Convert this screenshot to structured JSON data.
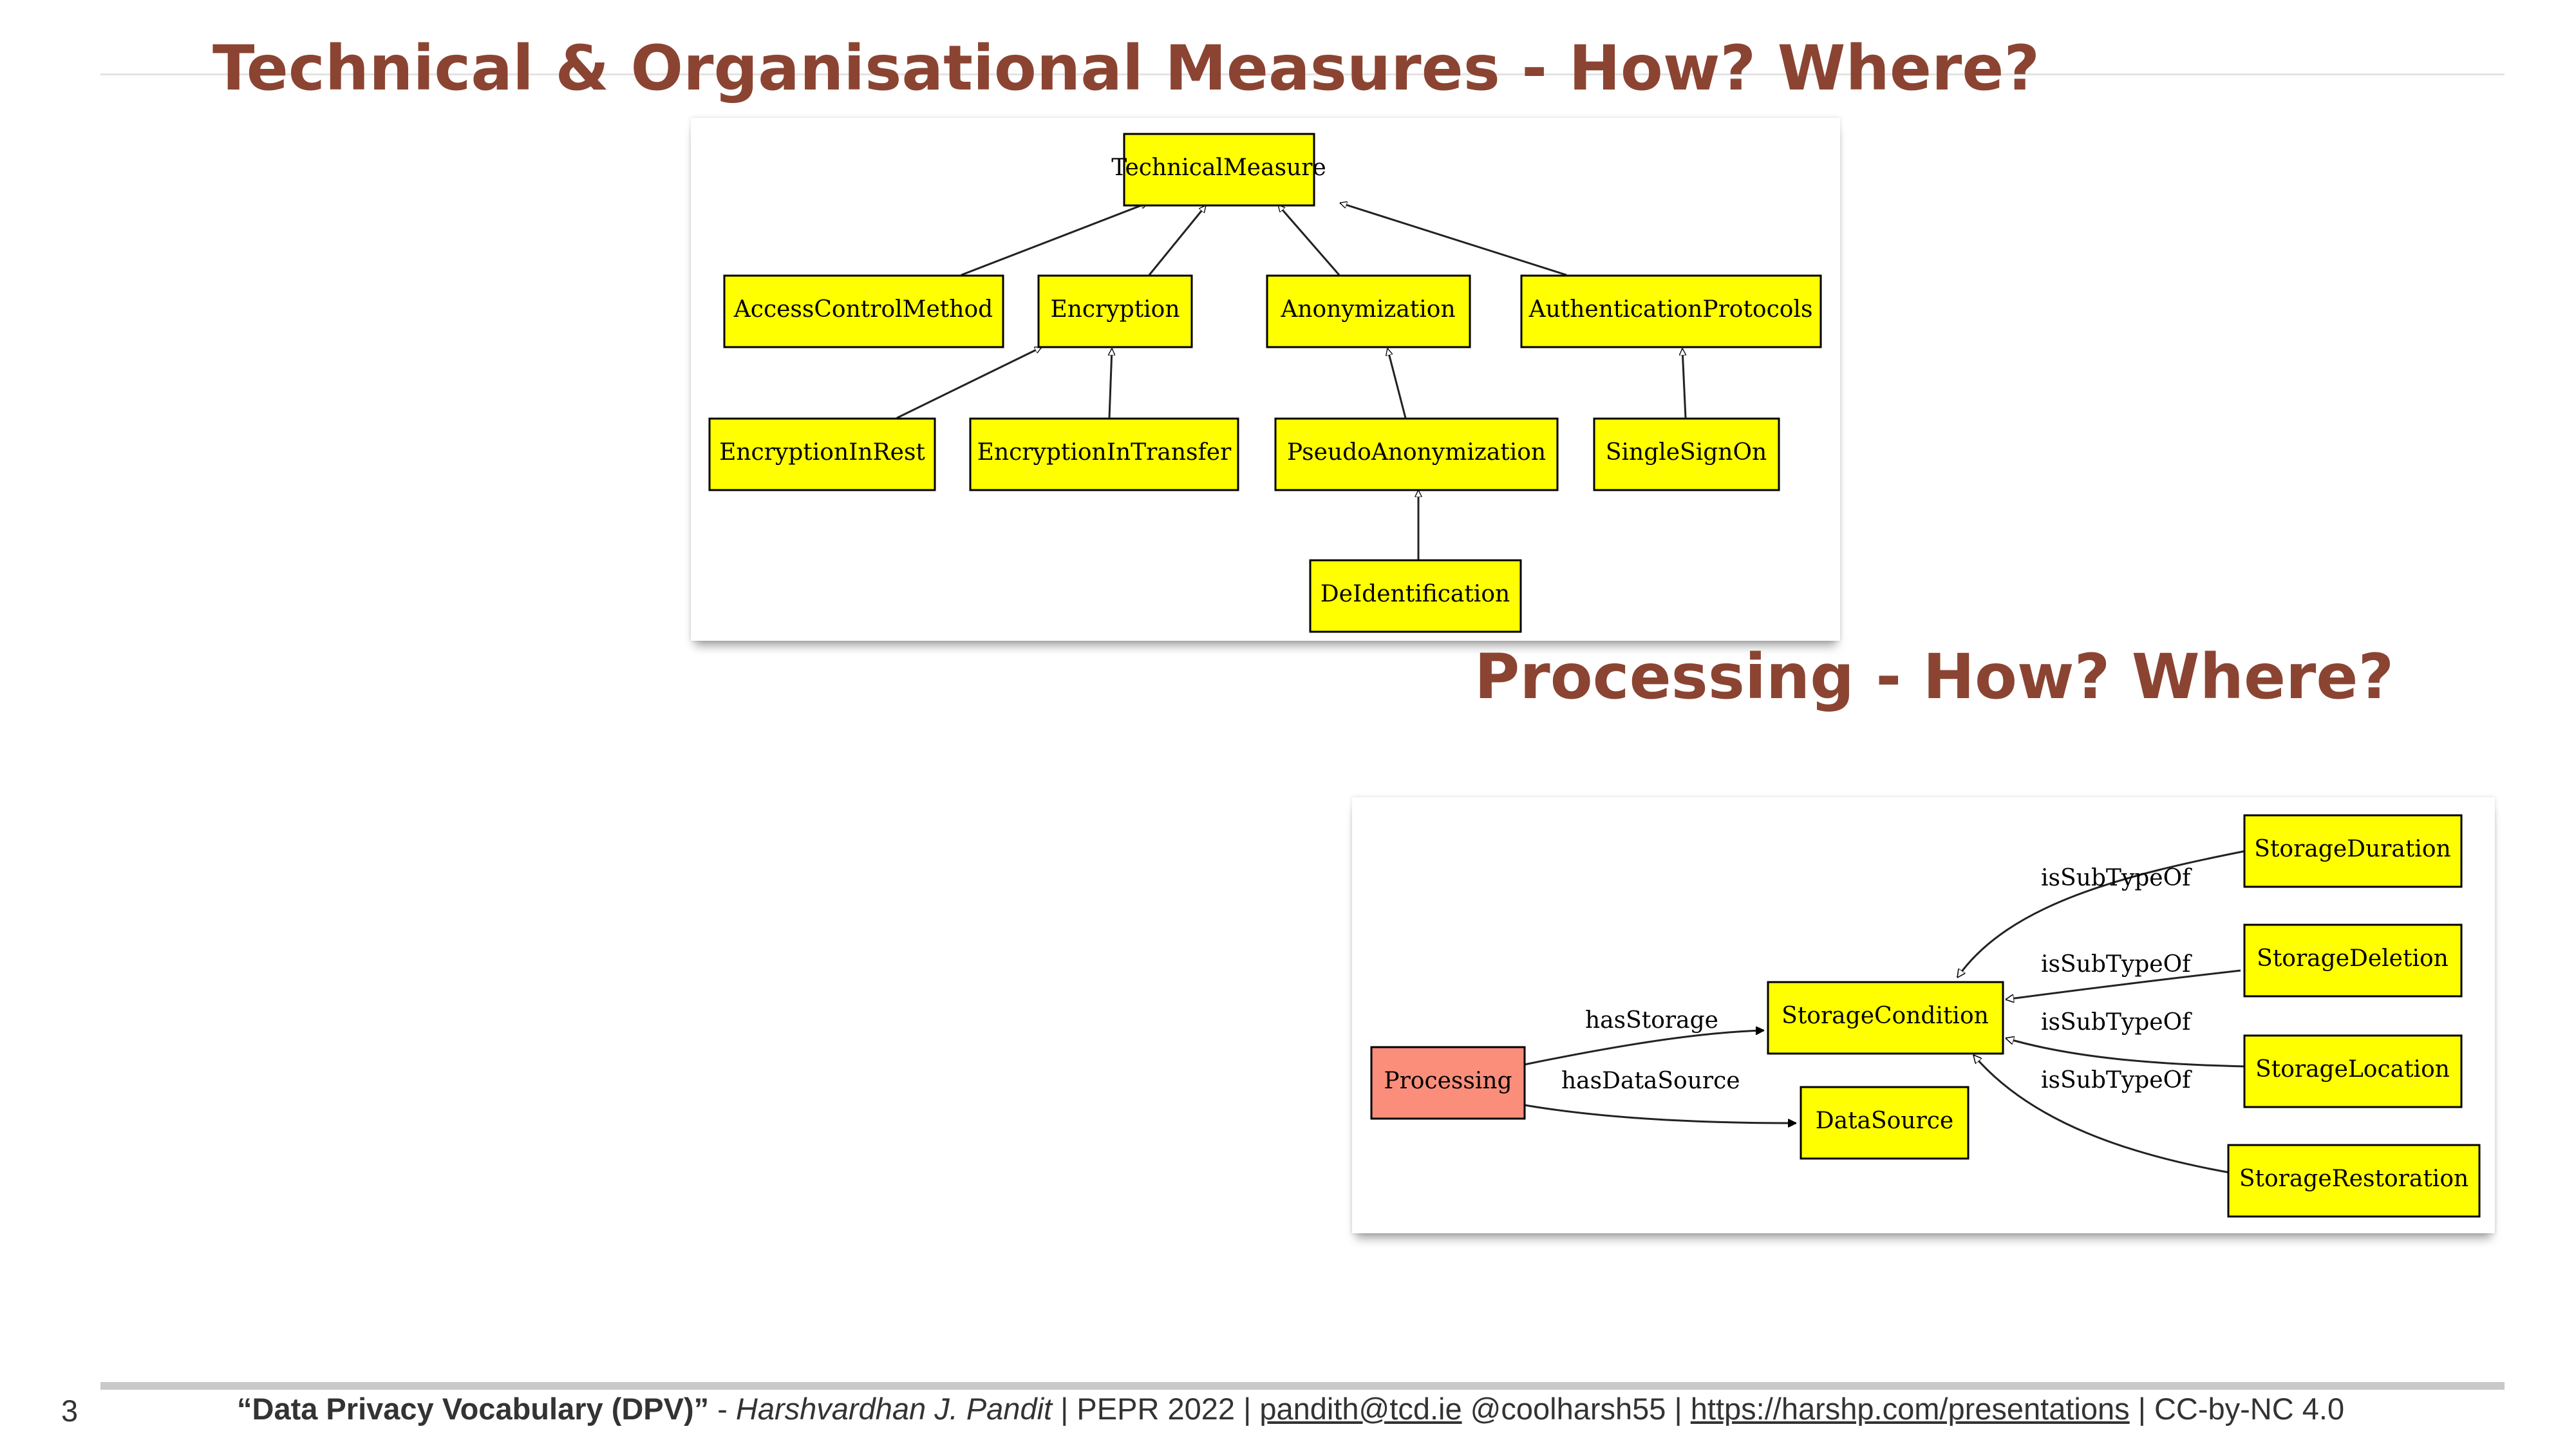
{
  "slide": {
    "title1": "Technical & Organisational Measures - How? Where?",
    "title2": "Processing - How? Where?",
    "slide_number": "3"
  },
  "diagram1": {
    "nodes": {
      "technical_measure": "TechnicalMeasure",
      "access_control_method": "AccessControlMethod",
      "encryption": "Encryption",
      "anonymization": "Anonymization",
      "authentication_protocols": "AuthenticationProtocols",
      "encryption_in_rest": "EncryptionInRest",
      "encryption_in_transfer": "EncryptionInTransfer",
      "pseudo_anonymization": "PseudoAnonymization",
      "single_sign_on": "SingleSignOn",
      "de_identification": "DeIdentification"
    },
    "node_color": "#ffff00"
  },
  "diagram2": {
    "nodes": {
      "processing": "Processing",
      "storage_condition": "StorageCondition",
      "data_source": "DataSource",
      "storage_duration": "StorageDuration",
      "storage_deletion": "StorageDeletion",
      "storage_location": "StorageLocation",
      "storage_restoration": "StorageRestoration"
    },
    "edges": {
      "has_storage": "hasStorage",
      "has_data_source": "hasDataSource",
      "is_subtype_of_1": "isSubTypeOf",
      "is_subtype_of_2": "isSubTypeOf",
      "is_subtype_of_3": "isSubTypeOf",
      "is_subtype_of_4": "isSubTypeOf"
    },
    "node_color": "#ffff00",
    "processing_color": "#fa8e7b"
  },
  "footer": {
    "title": "“Data Privacy Vocabulary (DPV)”",
    "sep1": " - ",
    "author": "Harshvardhan J. Pandit",
    "event": " | PEPR 2022 | ",
    "email": "pandith@tcd.ie",
    "handle": " @coolharsh55 | ",
    "url": "https://harshp.com/presentations",
    "license": " | CC-by-NC 4.0"
  }
}
